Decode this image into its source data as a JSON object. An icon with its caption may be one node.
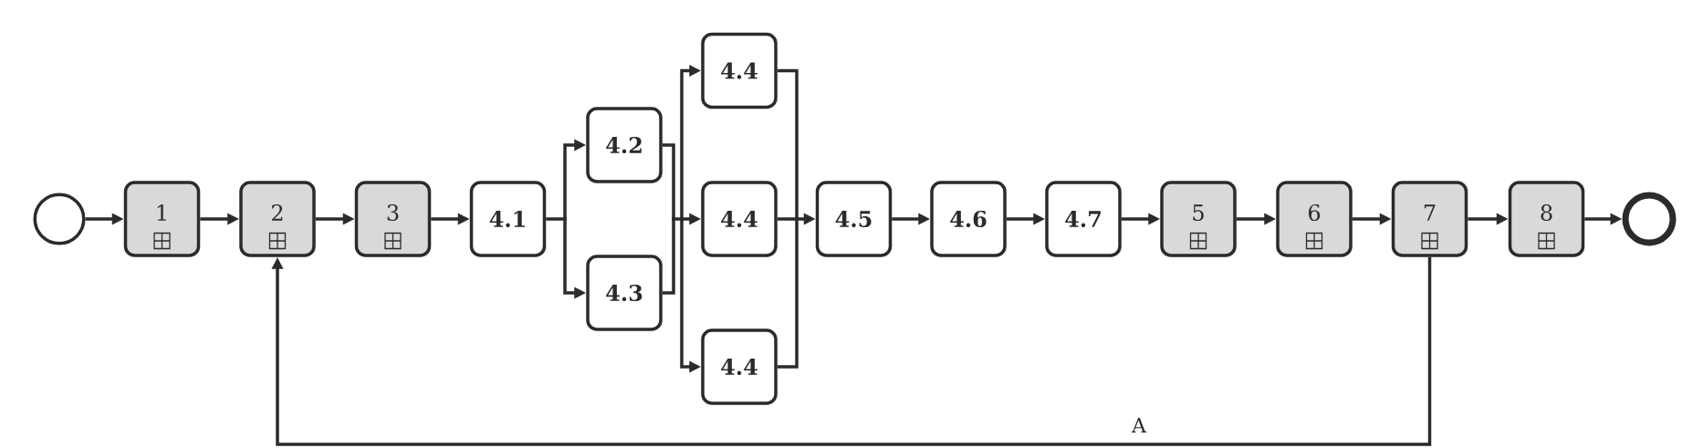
{
  "diagram": {
    "nodes": [
      {
        "text": [],
        "shape": "circle"
      },
      {
        "text": [
          "1"
        ]
      },
      {
        "text": [
          "2"
        ]
      },
      {
        "text": [
          "3"
        ]
      },
      {
        "text": [
          "4.1"
        ]
      },
      {
        "text": [
          "4.2"
        ]
      },
      {
        "text": [
          "4.3"
        ]
      },
      {
        "text": [
          "4.4"
        ]
      },
      {
        "text": [
          "4.4"
        ]
      },
      {
        "text": [
          "4.4"
        ]
      },
      {
        "text": [
          "4.5"
        ]
      },
      {
        "text": [
          "4.6"
        ]
      },
      {
        "text": [
          "4.7"
        ]
      },
      {
        "text": [
          "5"
        ]
      },
      {
        "text": [
          "6"
        ]
      },
      {
        "text": [
          "7"
        ]
      },
      {
        "text": [
          "8"
        ]
      },
      {
        "text": [],
        "shape": "circle"
      }
    ],
    "edges": [
      {
        "from": 0,
        "to": 1,
        "arrow": "to"
      },
      {
        "from": 1,
        "to": 2,
        "arrow": "to"
      },
      {
        "from": 2,
        "to": 3,
        "arrow": "to"
      },
      {
        "from": 3,
        "to": 4,
        "arrow": "to"
      },
      {
        "from": 4,
        "to": 5,
        "arrow": "to"
      },
      {
        "from": 4,
        "to": 6,
        "arrow": "to"
      },
      {
        "from": 5,
        "to": 7,
        "arrow": "to"
      },
      {
        "from": 5,
        "to": 8,
        "arrow": "to"
      },
      {
        "from": 5,
        "to": 9,
        "arrow": "to"
      },
      {
        "from": 6,
        "to": 7,
        "arrow": "to"
      },
      {
        "from": 6,
        "to": 8,
        "arrow": "to"
      },
      {
        "from": 6,
        "to": 9,
        "arrow": "to"
      },
      {
        "from": 7,
        "to": 10,
        "arrow": "to"
      },
      {
        "from": 8,
        "to": 10,
        "arrow": "to"
      },
      {
        "from": 9,
        "to": 10,
        "arrow": "to"
      },
      {
        "from": 10,
        "to": 11,
        "arrow": "to"
      },
      {
        "from": 11,
        "to": 12,
        "arrow": "to"
      },
      {
        "from": 12,
        "to": 13,
        "arrow": "to"
      },
      {
        "from": 13,
        "to": 14,
        "arrow": "to"
      },
      {
        "from": 14,
        "to": 15,
        "arrow": "to"
      },
      {
        "from": 15,
        "to": 16,
        "arrow": "to"
      },
      {
        "from": 16,
        "to": 17,
        "arrow": "to"
      },
      {
        "from": 15,
        "to": 2,
        "arrow": "to",
        "label": "A"
      }
    ]
  }
}
